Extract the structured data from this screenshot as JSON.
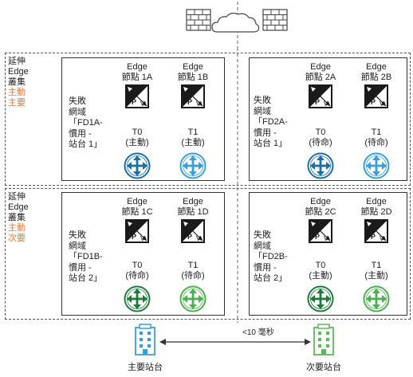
{
  "clusters": [
    {
      "label_lines": [
        "延伸",
        "Edge",
        "叢集"
      ],
      "role_lines": [
        "主動",
        "主要"
      ]
    },
    {
      "label_lines": [
        "延伸",
        "Edge",
        "叢集"
      ],
      "role_lines": [
        "主動",
        "次要"
      ]
    }
  ],
  "domains": [
    {
      "label_lines": [
        "失敗",
        "網域",
        "「FD1A-",
        "慣用 -",
        "站台 1」"
      ],
      "edges": [
        {
          "name": "Edge",
          "id": "節點 1A"
        },
        {
          "name": "Edge",
          "id": "節點 1B"
        }
      ],
      "routers": [
        {
          "tier": "T0",
          "state": "(主動)",
          "color": "#1d6fa3",
          "arrow": "#1d6fa3"
        },
        {
          "tier": "T1",
          "state": "(主動)",
          "color": "#3a9fd8",
          "arrow": "#3a9fd8"
        }
      ]
    },
    {
      "label_lines": [
        "失敗",
        "網域",
        "「FD2A-",
        "慣用 -",
        "站台 1」"
      ],
      "edges": [
        {
          "name": "Edge",
          "id": "節點 2A"
        },
        {
          "name": "Edge",
          "id": "節點 2B"
        }
      ],
      "routers": [
        {
          "tier": "T0",
          "state": "(待命)",
          "color": "#1d6fa3",
          "arrow": "#1d6fa3"
        },
        {
          "tier": "T1",
          "state": "(待命)",
          "color": "#3a9fd8",
          "arrow": "#3a9fd8"
        }
      ]
    },
    {
      "label_lines": [
        "失敗",
        "網域",
        "「FD1B-",
        "慣用 -",
        "站台 2」"
      ],
      "edges": [
        {
          "name": "Edge",
          "id": "節點 1C"
        },
        {
          "name": "Edge",
          "id": "節點 1D"
        }
      ],
      "routers": [
        {
          "tier": "T0",
          "state": "(待命)",
          "color": "#1f7a3a",
          "arrow": "#1f7a3a"
        },
        {
          "tier": "T1",
          "state": "(待命)",
          "color": "#4caf50",
          "arrow": "#4caf50"
        }
      ]
    },
    {
      "label_lines": [
        "失敗",
        "網域",
        "「FD2B-",
        "慣用 -",
        "站台 2」"
      ],
      "edges": [
        {
          "name": "Edge",
          "id": "節點 2C"
        },
        {
          "name": "Edge",
          "id": "節點 2D"
        }
      ],
      "routers": [
        {
          "tier": "T0",
          "state": "(主動)",
          "color": "#1f7a3a",
          "arrow": "#1f7a3a"
        },
        {
          "tier": "T1",
          "state": "(主動)",
          "color": "#4caf50",
          "arrow": "#4caf50"
        }
      ]
    }
  ],
  "sites": [
    {
      "label": "主要站台",
      "color": "#3a9fd8"
    },
    {
      "label": "次要站台",
      "color": "#5cb85c"
    }
  ],
  "latency": "<10 毫秒",
  "icons": {
    "firewall": "firewall-icon",
    "cloud": "cloud-icon",
    "edge": "edge-node-icon",
    "router": "router-icon",
    "building": "building-icon"
  }
}
